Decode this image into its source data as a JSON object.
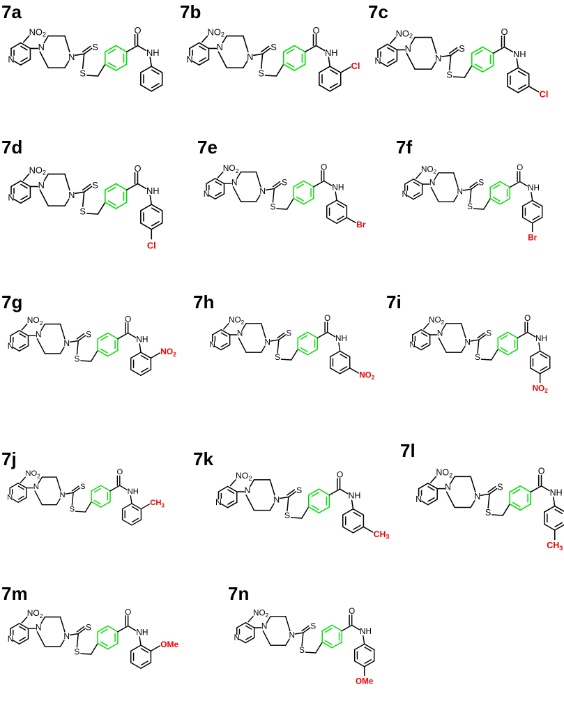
{
  "molecule_parts": {
    "nitro_group": "NO",
    "nitro_subscript": "2",
    "pyridine_n": "N",
    "piperazine_n": "N",
    "thiocarbonyl_s": "S",
    "thioether_s": "S",
    "carbonyl_o": "O",
    "amide_nh": "NH"
  },
  "colors": {
    "bonds": "#000000",
    "benzyl_ring": "#00dd00",
    "substituent": "#ee0000"
  },
  "compounds": [
    {
      "id": "7a",
      "label": "7a",
      "position": "none",
      "substituent": ""
    },
    {
      "id": "7b",
      "label": "7b",
      "position": "ortho",
      "substituent": "Cl"
    },
    {
      "id": "7c",
      "label": "7c",
      "position": "meta",
      "substituent": "Cl"
    },
    {
      "id": "7d",
      "label": "7d",
      "position": "para",
      "substituent": "Cl"
    },
    {
      "id": "7e",
      "label": "7e",
      "position": "meta",
      "substituent": "Br"
    },
    {
      "id": "7f",
      "label": "7f",
      "position": "para",
      "substituent": "Br"
    },
    {
      "id": "7g",
      "label": "7g",
      "position": "ortho",
      "substituent": "NO",
      "substituent_subscript": "2"
    },
    {
      "id": "7h",
      "label": "7h",
      "position": "meta",
      "substituent": "NO",
      "substituent_subscript": "2"
    },
    {
      "id": "7i",
      "label": "7i",
      "position": "para",
      "substituent": "NO",
      "substituent_subscript": "2"
    },
    {
      "id": "7j",
      "label": "7j",
      "position": "ortho",
      "substituent": "CH",
      "substituent_subscript": "3"
    },
    {
      "id": "7k",
      "label": "7k",
      "position": "meta",
      "substituent": "CH",
      "substituent_subscript": "3"
    },
    {
      "id": "7l",
      "label": "7l",
      "position": "para",
      "substituent": "CH",
      "substituent_subscript": "3"
    },
    {
      "id": "7m",
      "label": "7m",
      "position": "ortho",
      "substituent": "OMe"
    },
    {
      "id": "7n",
      "label": "7n",
      "position": "para",
      "substituent": "OMe"
    }
  ]
}
